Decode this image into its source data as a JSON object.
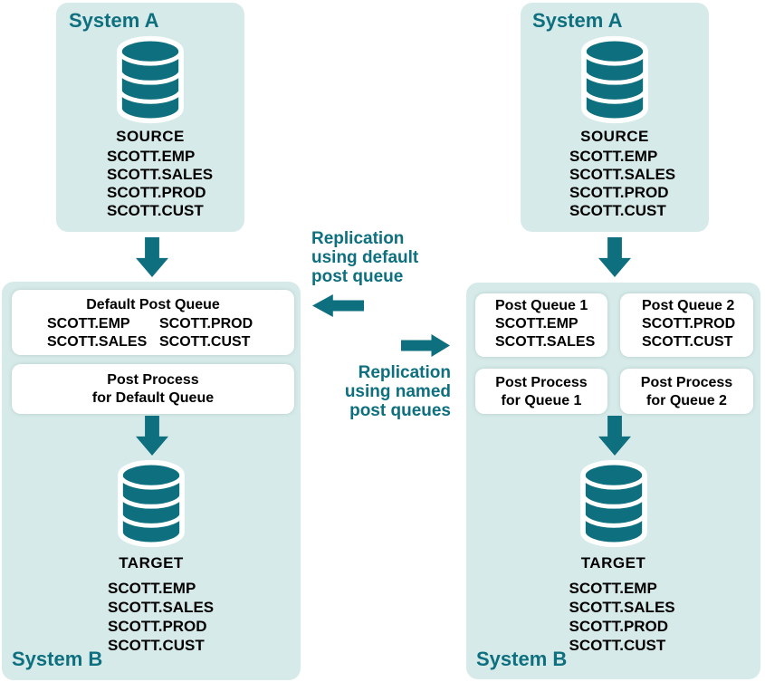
{
  "colors": {
    "teal": "#0E6F7F",
    "panel": "#D6EBE9",
    "text": "#000000",
    "bg": "#FFFFFF"
  },
  "panels": {
    "left_a": {
      "title": "System A",
      "db_label": "SOURCE",
      "tables": [
        "SCOTT.EMP",
        "SCOTT.SALES",
        "SCOTT.PROD",
        "SCOTT.CUST"
      ]
    },
    "left_b": {
      "title": "System B",
      "queue_box": {
        "title": "Default Post Queue",
        "col1": [
          "SCOTT.EMP",
          "SCOTT.SALES"
        ],
        "col2": [
          "SCOTT.PROD",
          "SCOTT.CUST"
        ]
      },
      "process_box": {
        "line1": "Post Process",
        "line2": "for Default Queue"
      },
      "db_label": "TARGET",
      "tables": [
        "SCOTT.EMP",
        "SCOTT.SALES",
        "SCOTT.PROD",
        "SCOTT.CUST"
      ]
    },
    "right_a": {
      "title": "System A",
      "db_label": "SOURCE",
      "tables": [
        "SCOTT.EMP",
        "SCOTT.SALES",
        "SCOTT.PROD",
        "SCOTT.CUST"
      ]
    },
    "right_b": {
      "title": "System B",
      "queue1": {
        "title": "Post Queue 1",
        "tables": [
          "SCOTT.EMP",
          "SCOTT.SALES"
        ]
      },
      "queue2": {
        "title": "Post Queue 2",
        "tables": [
          "SCOTT.PROD",
          "SCOTT.CUST"
        ]
      },
      "process1": {
        "line1": "Post Process",
        "line2": "for Queue 1"
      },
      "process2": {
        "line1": "Post Process",
        "line2": "for Queue 2"
      },
      "db_label": "TARGET",
      "tables": [
        "SCOTT.EMP",
        "SCOTT.SALES",
        "SCOTT.PROD",
        "SCOTT.CUST"
      ]
    }
  },
  "annotations": {
    "default_flow": {
      "line1": "Replication",
      "line2": "using default",
      "line3": "post queue"
    },
    "named_flow": {
      "line1": "Replication",
      "line2": "using named",
      "line3": "post queues"
    }
  }
}
